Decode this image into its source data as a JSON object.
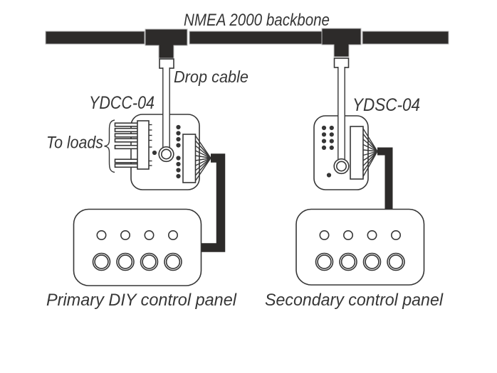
{
  "diagram": {
    "title": "NMEA 2000 backbone",
    "drop_cable_label": "Drop cable",
    "left_device": {
      "label": "YDCC-04",
      "loads_label": "To loads",
      "load_wire_count": 7,
      "indicator_dot_count": 8
    },
    "right_device": {
      "label": "YDSC-04",
      "indicator_dot_count": 8
    },
    "left_panel": {
      "label": "Primary DIY control panel",
      "led_count": 4,
      "button_count": 4
    },
    "right_panel": {
      "label": "Secondary control panel",
      "led_count": 4,
      "button_count": 4
    },
    "colors": {
      "ink": "#363636",
      "cable_fill": "#2d2b2a",
      "background": "#ffffff"
    }
  }
}
